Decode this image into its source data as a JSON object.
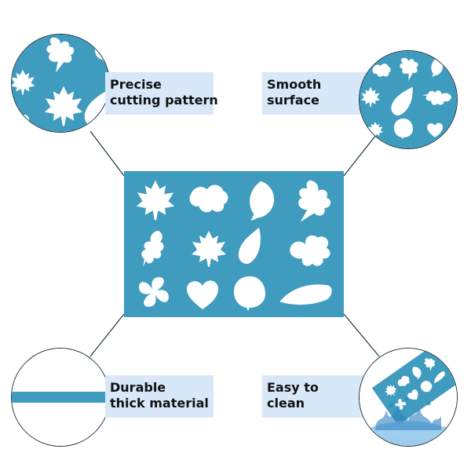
{
  "colors": {
    "stencil_blue": "#3f9cbf",
    "leaf_white": "#ffffff",
    "label_bg": "#d9e8f8",
    "line": "#1f3340",
    "water": "#4fa0d8"
  },
  "features": {
    "top_left": {
      "line1": "Precise",
      "line2": "cutting pattern",
      "icon": "maple-leaf-closeup"
    },
    "top_right": {
      "line1": "Smooth",
      "line2": "surface",
      "icon": "leaf-pattern-closeup"
    },
    "bottom_left": {
      "line1": "Durable",
      "line2": "thick material",
      "icon": "thickness-cross-section"
    },
    "bottom_right": {
      "line1": "Easy to",
      "line2": "clean",
      "icon": "water-splash"
    }
  },
  "stencil": {
    "shapes": [
      "maple-leaf",
      "grape-leaf",
      "birch-leaf",
      "oak-leaf",
      "oak-leaf-small",
      "maple-leaf-small",
      "teardrop-leaf",
      "fig-leaf",
      "four-leaf-clover",
      "heart-leaf",
      "round-leaf",
      "long-leaf"
    ]
  }
}
